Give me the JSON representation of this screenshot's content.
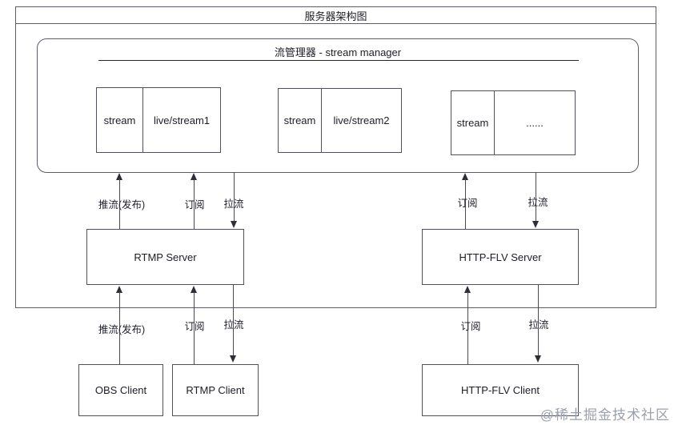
{
  "diagram_title": "服务器架构图",
  "stream_manager": {
    "title": "流管理器 - stream manager",
    "tables": [
      {
        "key": "stream",
        "value": "live/stream1"
      },
      {
        "key": "stream",
        "value": "live/stream2"
      },
      {
        "key": "stream",
        "value": "......"
      }
    ]
  },
  "servers": {
    "rtmp": "RTMP Server",
    "http_flv": "HTTP-FLV Server"
  },
  "clients": {
    "obs": "OBS Client",
    "rtmp": "RTMP Client",
    "http_flv": "HTTP-FLV Client"
  },
  "flow_labels": {
    "push": "推流(发布)",
    "subscribe": "订阅",
    "pull": "拉流"
  },
  "watermark": "@稀土掘金技术社区",
  "colors": {
    "box_border": "#50505e",
    "frame_border": "#5c5c6a",
    "arrow": "#2e2e38",
    "text": "#1d1d26",
    "watermark": "#9aa0ac",
    "background": "#ffffff"
  }
}
